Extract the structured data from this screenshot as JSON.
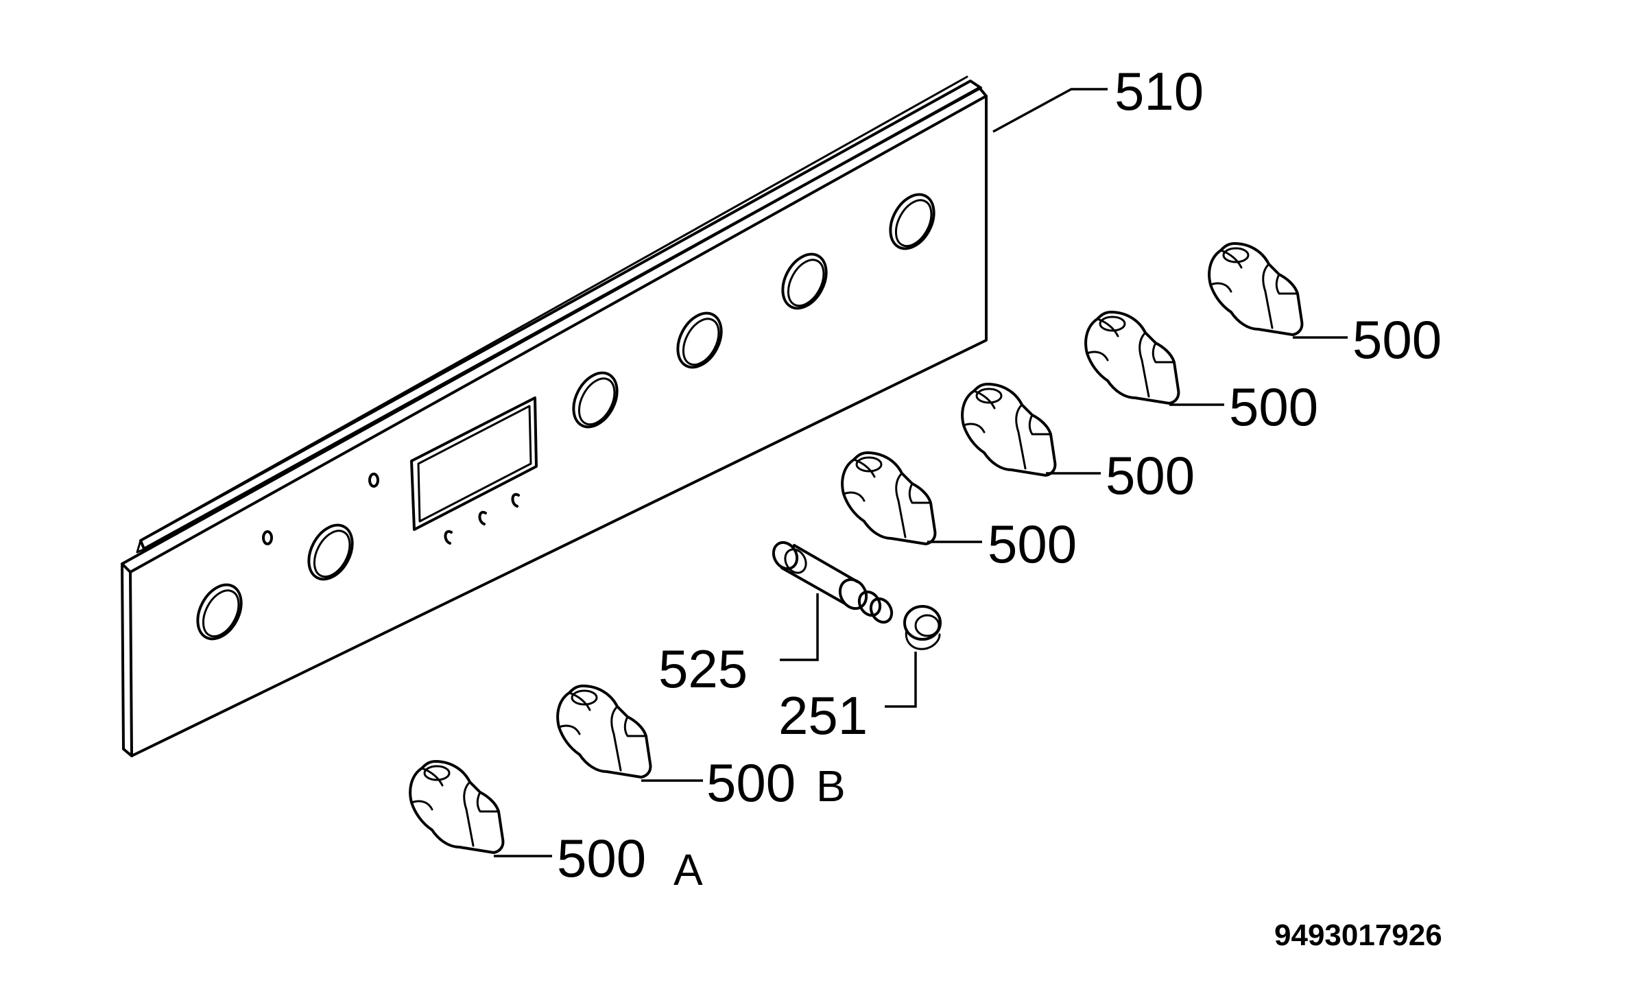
{
  "diagram": {
    "panel_label": "510",
    "knob_labels": [
      "500",
      "500",
      "500",
      "500"
    ],
    "shaft_label": "525",
    "cap_label": "251",
    "knob_b": {
      "number": "500",
      "suffix": "B"
    },
    "knob_a": {
      "number": "500",
      "suffix": "A"
    },
    "document_number": "9493017926"
  }
}
